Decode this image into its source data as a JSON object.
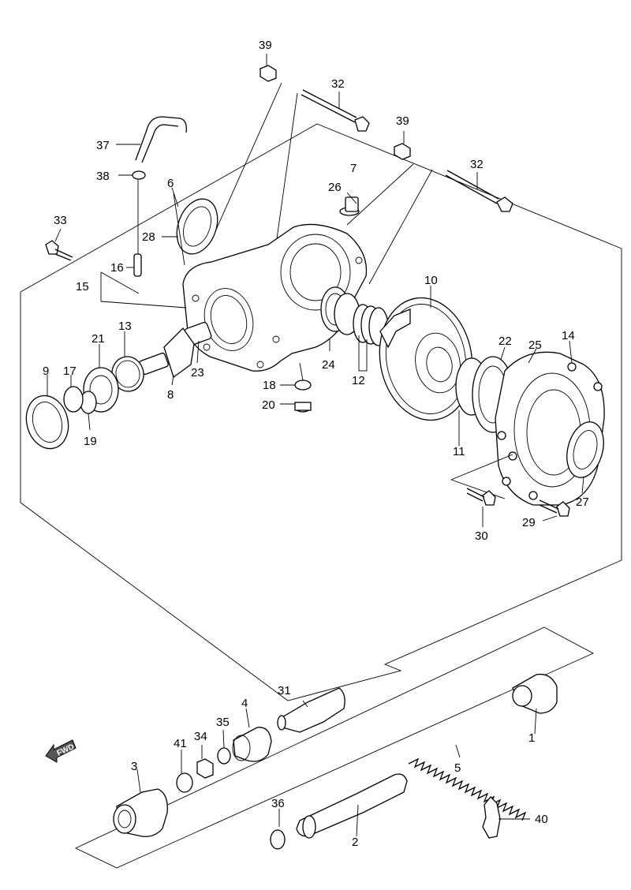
{
  "diagram": {
    "fwd_marker": "FWD",
    "callouts": {
      "c1": "1",
      "c2": "2",
      "c3": "3",
      "c4": "4",
      "c5": "5",
      "c6": "6",
      "c7": "7",
      "c8": "8",
      "c9": "9",
      "c10": "10",
      "c11": "11",
      "c12": "12",
      "c13": "13",
      "c14": "14",
      "c15": "15",
      "c16": "16",
      "c17": "17",
      "c18": "18",
      "c19": "19",
      "c20": "20",
      "c21": "21",
      "c22": "22",
      "c23": "23",
      "c24": "24",
      "c25": "25",
      "c26": "26",
      "c27": "27",
      "c28": "28",
      "c29": "29",
      "c30": "30",
      "c31": "31",
      "c32a": "32",
      "c32b": "32",
      "c33": "33",
      "c34": "34",
      "c35": "35",
      "c36": "36",
      "c37": "37",
      "c38": "38",
      "c39a": "39",
      "c39b": "39",
      "c40": "40",
      "c41": "41"
    }
  }
}
